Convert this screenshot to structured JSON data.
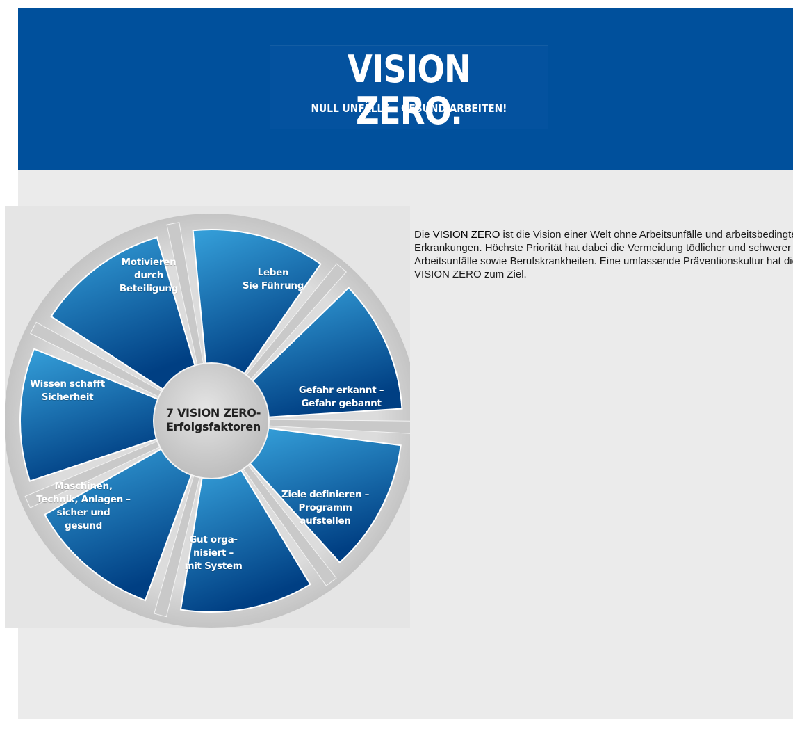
{
  "header": {
    "logo_title": "VISION ZERO.",
    "logo_subtitle": "NULL UNFÄLLE – GESUND ARBEITEN!",
    "background_color": "#00509c"
  },
  "graphic": {
    "center_label": "7 VISION ZERO-\nErfolgsfaktoren",
    "segments": [
      {
        "label": "Leben\nSie Führung"
      },
      {
        "label": "Gefahr erkannt –\nGefahr gebannt"
      },
      {
        "label": "Ziele definieren –\nProgramm\naufstellen"
      },
      {
        "label": "Gut orga-\nnisiert –\nmit System"
      },
      {
        "label": "Maschinen,\nTechnik, Anlagen –\nsicher und\ngesund"
      },
      {
        "label": "Wissen schafft\nSicherheit"
      },
      {
        "label": "Motivieren\ndurch\nBeteiligung"
      }
    ],
    "colors": {
      "segment_light": "#36a1db",
      "segment_dark": "#003f83",
      "spoke": "#c9c9c9",
      "hub": "#d2d2d2"
    }
  },
  "intro": {
    "lead_prefix": "Die ",
    "lead_strong": "VISION ZERO",
    "body": " ist die Vision einer Welt ohne Arbeitsunfälle und arbeitsbedingte Erkrankungen. Höchste Priorität hat dabei die Vermeidung tödlicher und schwerer Arbeitsunfälle sowie Berufskrankheiten. Eine umfassende Präventionskultur hat die VISION ZERO zum Ziel."
  }
}
